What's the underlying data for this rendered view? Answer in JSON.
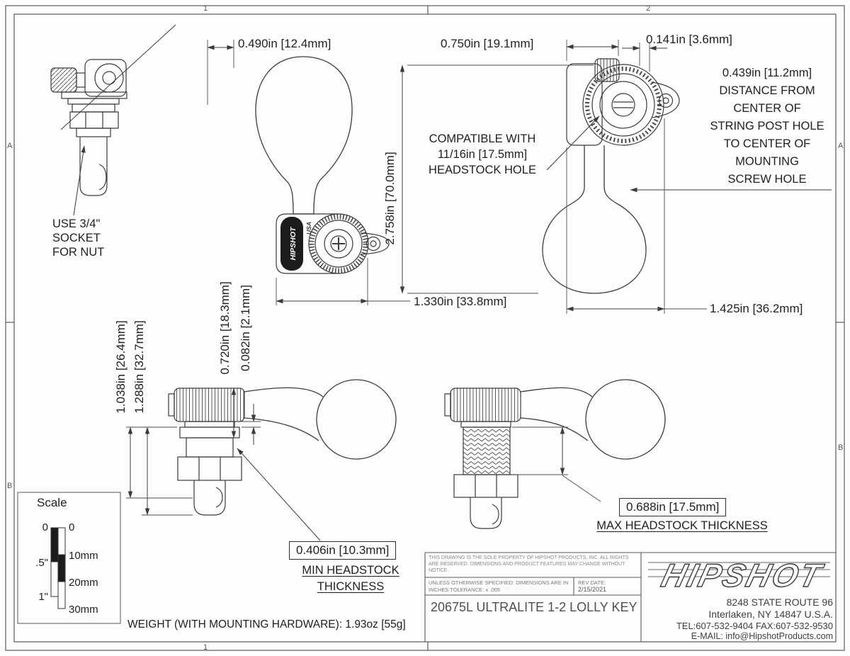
{
  "frame": {
    "zone_top_1": "1",
    "zone_top_2": "2",
    "zone_bottom_1": "1",
    "zone_left_a": "A",
    "zone_left_b": "B",
    "zone_right_a": "A",
    "zone_right_b": "B"
  },
  "dims": {
    "housing_depth_top": "0.490in [12.4mm]",
    "post_to_edge": "0.750in [19.1mm]",
    "screw_offset": "0.141in [3.6mm]",
    "overall_height": "2.758in [70.0mm]",
    "housing_width": "1.330in [33.8mm]",
    "overall_width": "1.425in [36.2mm]",
    "post_length_1": "1.038in [26.4mm]",
    "post_length_2": "1.288in [32.7mm]",
    "knob_stack_height": "0.720in [18.3mm]",
    "plate_thickness": "0.082in [2.1mm]",
    "min_thickness_value": "0.406in [10.3mm]",
    "max_thickness_value": "0.688in [17.5mm]"
  },
  "notes": {
    "socket": [
      "USE 3/4\"",
      "SOCKET",
      "FOR NUT"
    ],
    "compatible": [
      "COMPATIBLE WITH",
      "11/16in [17.5mm]",
      "HEADSTOCK HOLE"
    ],
    "distance": [
      "0.439in [11.2mm]",
      "DISTANCE FROM",
      "CENTER OF",
      "STRING POST HOLE",
      "TO CENTER OF",
      "MOUNTING",
      "SCREW HOLE"
    ],
    "min_label": [
      "MIN HEADSTOCK",
      "THICKNESS"
    ],
    "max_label": "MAX HEADSTOCK THICKNESS",
    "weight": "WEIGHT (WITH MOUNTING HARDWARE): 1.93oz [55g]"
  },
  "gear_logo": {
    "brand": "HIPSHOT",
    "country": "USA"
  },
  "scale_box": {
    "title": "Scale",
    "inch_labels": [
      "0",
      ".5\"",
      "1\""
    ],
    "mm_labels": [
      "0",
      "10mm",
      "20mm",
      "30mm"
    ]
  },
  "title_block": {
    "legal": "THIS DRAWING IS THE SOLE PROPERTY OF HIPSHOT PRODUCTS, INC. ALL RIGHTS ARE RESERVED. DIMENSIONS AND PRODUCT FEATURES MAY CHANGE WITHOUT NOTICE.",
    "tolerance": "UNLESS OTHERWISE SPECIFIED: DIMENSIONS ARE IN INCHES TOLERANCE: ± .005",
    "rev_date_label": "REV DATE:",
    "rev_date": "2/15/2021",
    "part_title": "20675L ULTRALITE 1-2 LOLLY KEY",
    "brand": "HIPSHOT",
    "address_line1": "8248 STATE ROUTE 96",
    "address_line2": "Interlaken, NY 14847 U.S.A.",
    "phone": "TEL:607-532-9404 FAX:607-532-9530",
    "email": "E-MAIL: info@HipshotProducts.com"
  }
}
